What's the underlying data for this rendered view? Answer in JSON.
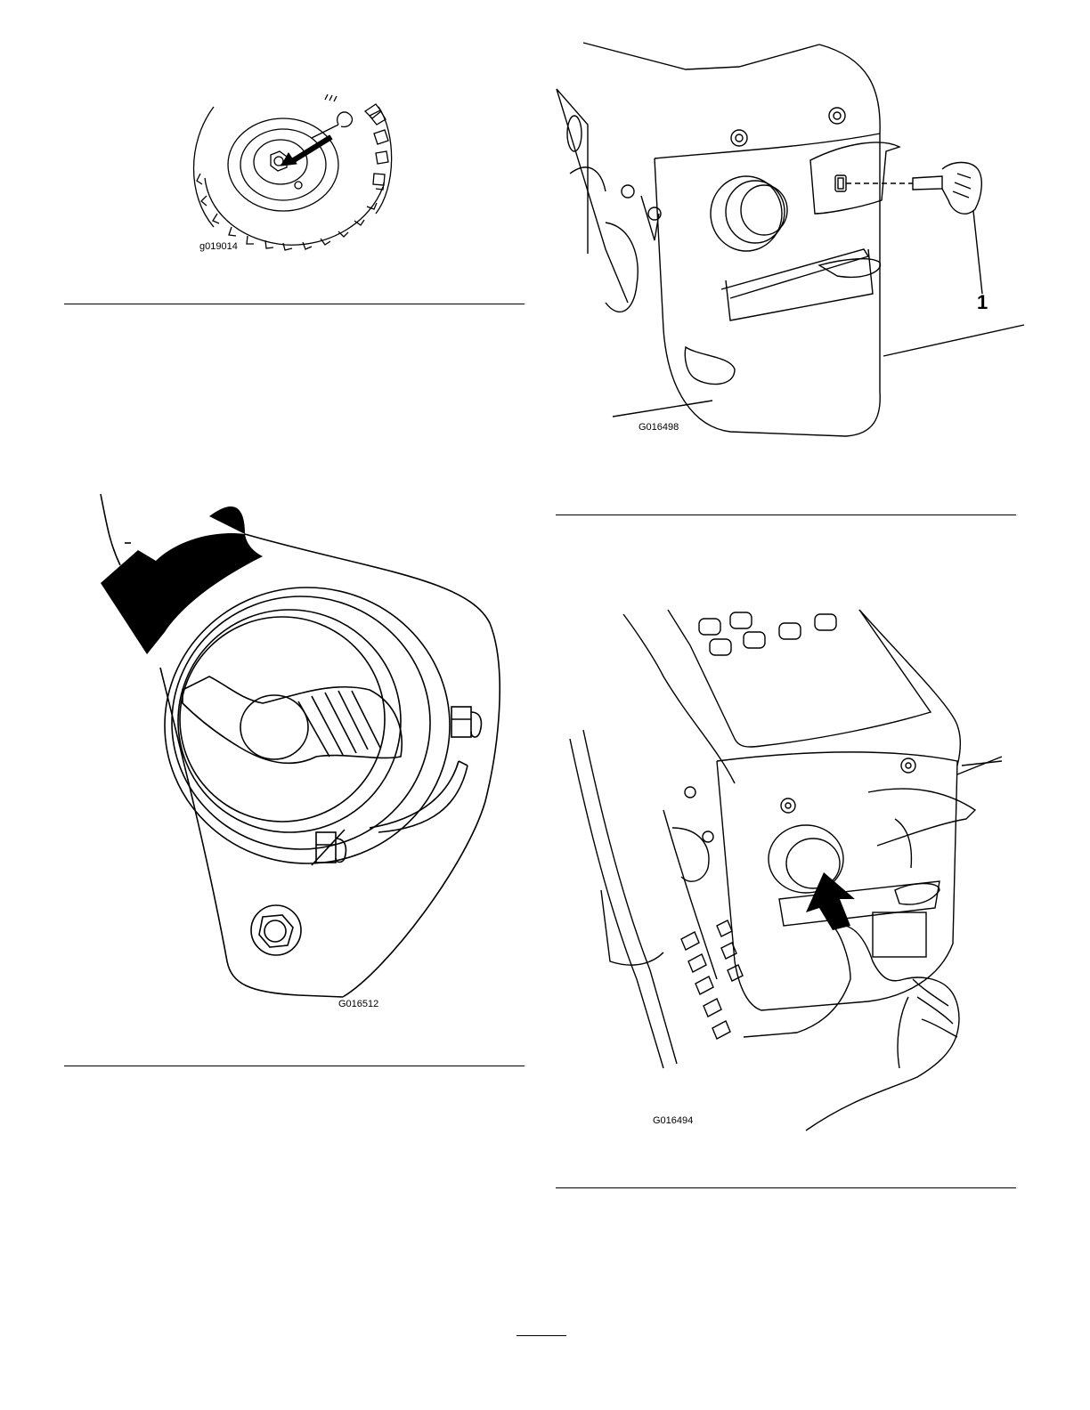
{
  "figures": [
    {
      "code": "g019014"
    },
    {
      "code": "G016498",
      "callout": "1"
    },
    {
      "code": "G016512"
    },
    {
      "code": "G016494"
    }
  ]
}
